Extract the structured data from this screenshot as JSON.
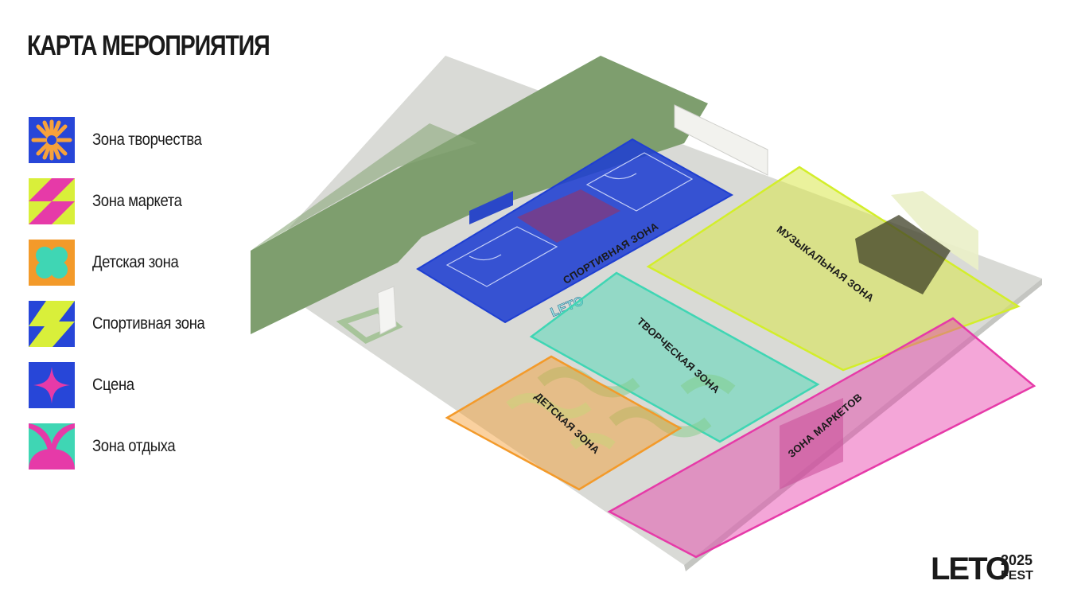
{
  "title": "КАРТА МЕРОПРИЯТИЯ",
  "legend": [
    {
      "label": "Зона творчества",
      "icon": "burst-icon"
    },
    {
      "label": "Зона маркета",
      "icon": "triangles-icon"
    },
    {
      "label": "Детская зона",
      "icon": "clover-icon"
    },
    {
      "label": "Спортивная зона",
      "icon": "lightning-icon"
    },
    {
      "label": "Сцена",
      "icon": "star-icon"
    },
    {
      "label": "Зона отдыха",
      "icon": "leaf-icon"
    }
  ],
  "map": {
    "zones": {
      "sport": "СПОРТИВНАЯ ЗОНА",
      "music": "МУЗЫКАЛЬНАЯ ЗОНА",
      "creative": "ТВОРЧЕСКАЯ ЗОНА",
      "kids": "ДЕТСКАЯ ЗОНА",
      "market": "ЗОНА МАРКЕТОВ"
    },
    "sign": "LETO"
  },
  "logo": {
    "brand": "LETO",
    "year": "2025",
    "word": "FEST"
  },
  "colors": {
    "sport": "#1f3fd1",
    "music": "#d8e84a",
    "creative": "#3fd6b4",
    "kids": "#f39a2a",
    "market": "#e63aa8",
    "greenery": "#7e9e6e",
    "ground": "#d9dad6"
  }
}
